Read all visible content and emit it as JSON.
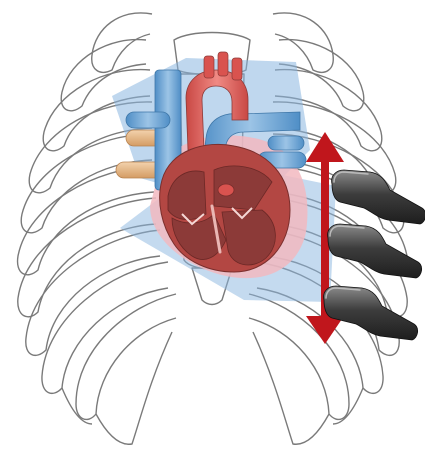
{
  "figure": {
    "subject": "heart-in-ribcage-ultrasound-probe-positions",
    "probe_positions": 3,
    "arrow_direction": "vertical-bidirectional"
  },
  "colors": {
    "rib_outline": "#7a7a7a",
    "rib_fill": "#ffffff",
    "heart_red": "#d9534f",
    "heart_dark": "#8c3a38",
    "heart_chamber": "#9a4a47",
    "vessel_blue": "#6fa8d6",
    "vessel_blue_light": "#a9cbe8",
    "imaging_plane_blue": "#8ab6e0",
    "imaging_plane_pink": "#f2b9c0",
    "vein_tan": "#e5b98a",
    "arrow_red": "#c0161c",
    "probe_dark": "#2e2e2e",
    "probe_mid": "#5a5a5a",
    "probe_light": "#8c8c8c"
  },
  "icons": {
    "probe": "ultrasound-probe-icon",
    "arrow": "double-headed-arrow-icon"
  }
}
